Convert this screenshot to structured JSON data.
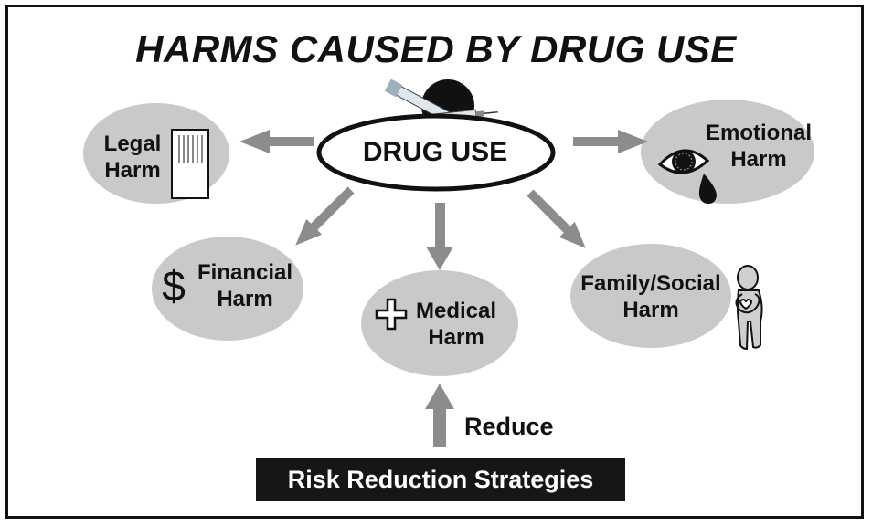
{
  "title": "HARMS CAUSED BY DRUG USE",
  "center": {
    "label": "DRUG USE",
    "icon": "syringe-icon"
  },
  "harms": {
    "legal": {
      "line1": "Legal",
      "line2": "Harm",
      "icon": "document-icon"
    },
    "emotional": {
      "line1": "Emotional",
      "line2": "Harm",
      "icon": "crying-eye-icon"
    },
    "financial": {
      "line1": "Financial",
      "line2": "Harm",
      "icon_text": "$"
    },
    "medical": {
      "line1": "Medical",
      "line2": "Harm",
      "icon": "medical-cross-icon"
    },
    "family_social": {
      "line1": "Family/Social",
      "line2": "Harm",
      "icon": "person-icon"
    }
  },
  "reduce_label": "Reduce",
  "strategies_label": "Risk Reduction Strategies",
  "colors": {
    "ellipse": "#c9c9c9",
    "arrow": "#8c8c8c",
    "text": "#111111",
    "banner": "#161616"
  }
}
